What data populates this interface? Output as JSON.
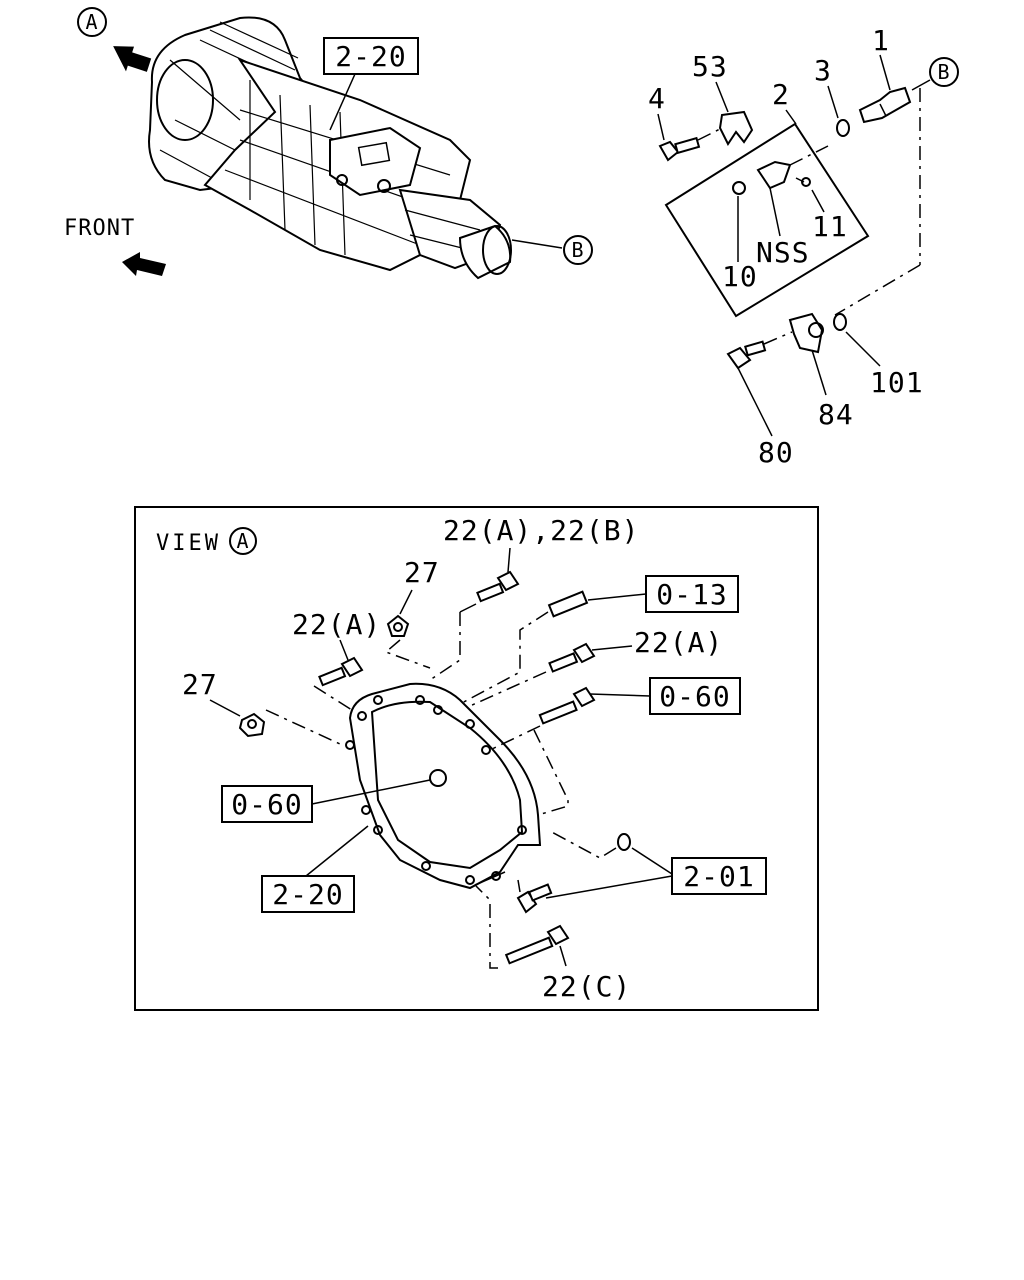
{
  "callouts": {
    "circle_a": "A",
    "circle_b": "B",
    "view_word": "VIEW",
    "front": "FRONT"
  },
  "top_labels": {
    "ref_2_20": "2-20",
    "n1": "1",
    "n53": "53",
    "n4": "4",
    "n3": "3",
    "n2": "2",
    "n11": "11",
    "nss": "NSS",
    "n10": "10",
    "n101": "101",
    "n84": "84",
    "n80": "80"
  },
  "view_labels": {
    "l22ab": "22(A),22(B)",
    "l27_top": "27",
    "ref_0_13": "0-13",
    "l22a_left": "22(A)",
    "l22a_right": "22(A)",
    "l27_left": "27",
    "ref_0_60_right": "0-60",
    "ref_0_60_left": "0-60",
    "ref_2_20": "2-20",
    "ref_2_01": "2-01",
    "l22c": "22(C)"
  }
}
